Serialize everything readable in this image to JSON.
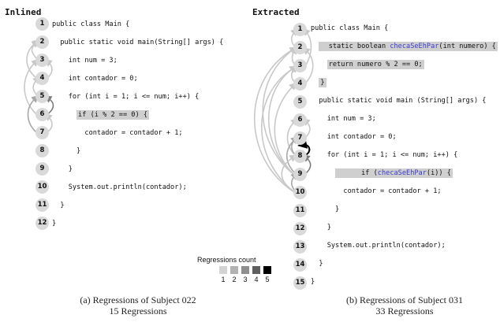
{
  "left": {
    "title": "Inlined",
    "lines": [
      {
        "n": "1",
        "code": "public class Main {"
      },
      {
        "n": "2",
        "code": "  public static void main(String[] args) {"
      },
      {
        "n": "3",
        "code": "    int num = 3;"
      },
      {
        "n": "4",
        "code": "    int contador = 0;"
      },
      {
        "n": "5",
        "code": "    for (int i = 1; i <= num; i++) {"
      },
      {
        "n": "6",
        "code": "      if (i % 2 == 0) {"
      },
      {
        "n": "7",
        "code": "        contador = contador + 1;"
      },
      {
        "n": "8",
        "code": "      }"
      },
      {
        "n": "9",
        "code": "    }"
      },
      {
        "n": "10",
        "code": "    System.out.println(contador);"
      },
      {
        "n": "11",
        "code": "  }"
      },
      {
        "n": "12",
        "code": "}"
      }
    ],
    "caption_line1": "(a) Regressions of Subject 022",
    "caption_line2": "15 Regressions"
  },
  "right": {
    "title": "Extracted",
    "lines": [
      {
        "n": "1",
        "code": "public class Main {"
      },
      {
        "n": "2",
        "pre": "  static boolean ",
        "fn": "checaSeEhPar",
        "post": "(int numero) {"
      },
      {
        "n": "3",
        "code": "    return numero % 2 == 0;"
      },
      {
        "n": "4",
        "code": "  }"
      },
      {
        "n": "5",
        "code": "  public static void main (String[] args) {"
      },
      {
        "n": "6",
        "code": "    int num = 3;"
      },
      {
        "n": "7",
        "code": "    int contador = 0;"
      },
      {
        "n": "8",
        "code": "    for (int i = 1; i <= num; i++) {"
      },
      {
        "n": "9",
        "pre": "      if (",
        "fn": "checaSeEhPar",
        "post": "(i)) {"
      },
      {
        "n": "10",
        "code": "        contador = contador + 1;"
      },
      {
        "n": "11",
        "code": "      }"
      },
      {
        "n": "12",
        "code": "    }"
      },
      {
        "n": "13",
        "code": "    System.out.println(contador);"
      },
      {
        "n": "14",
        "code": "  }"
      },
      {
        "n": "15",
        "code": "}"
      }
    ],
    "caption_line1": "(b) Regressions of Subject 031",
    "caption_line2": "33 Regressions"
  },
  "legend": {
    "title": "Regressions count",
    "items": [
      {
        "label": "1",
        "color": "#d3d3d3"
      },
      {
        "label": "2",
        "color": "#b3b3b3"
      },
      {
        "label": "3",
        "color": "#8f8f8f"
      },
      {
        "label": "4",
        "color": "#5f5f5f"
      },
      {
        "label": "5",
        "color": "#000000"
      }
    ]
  }
}
